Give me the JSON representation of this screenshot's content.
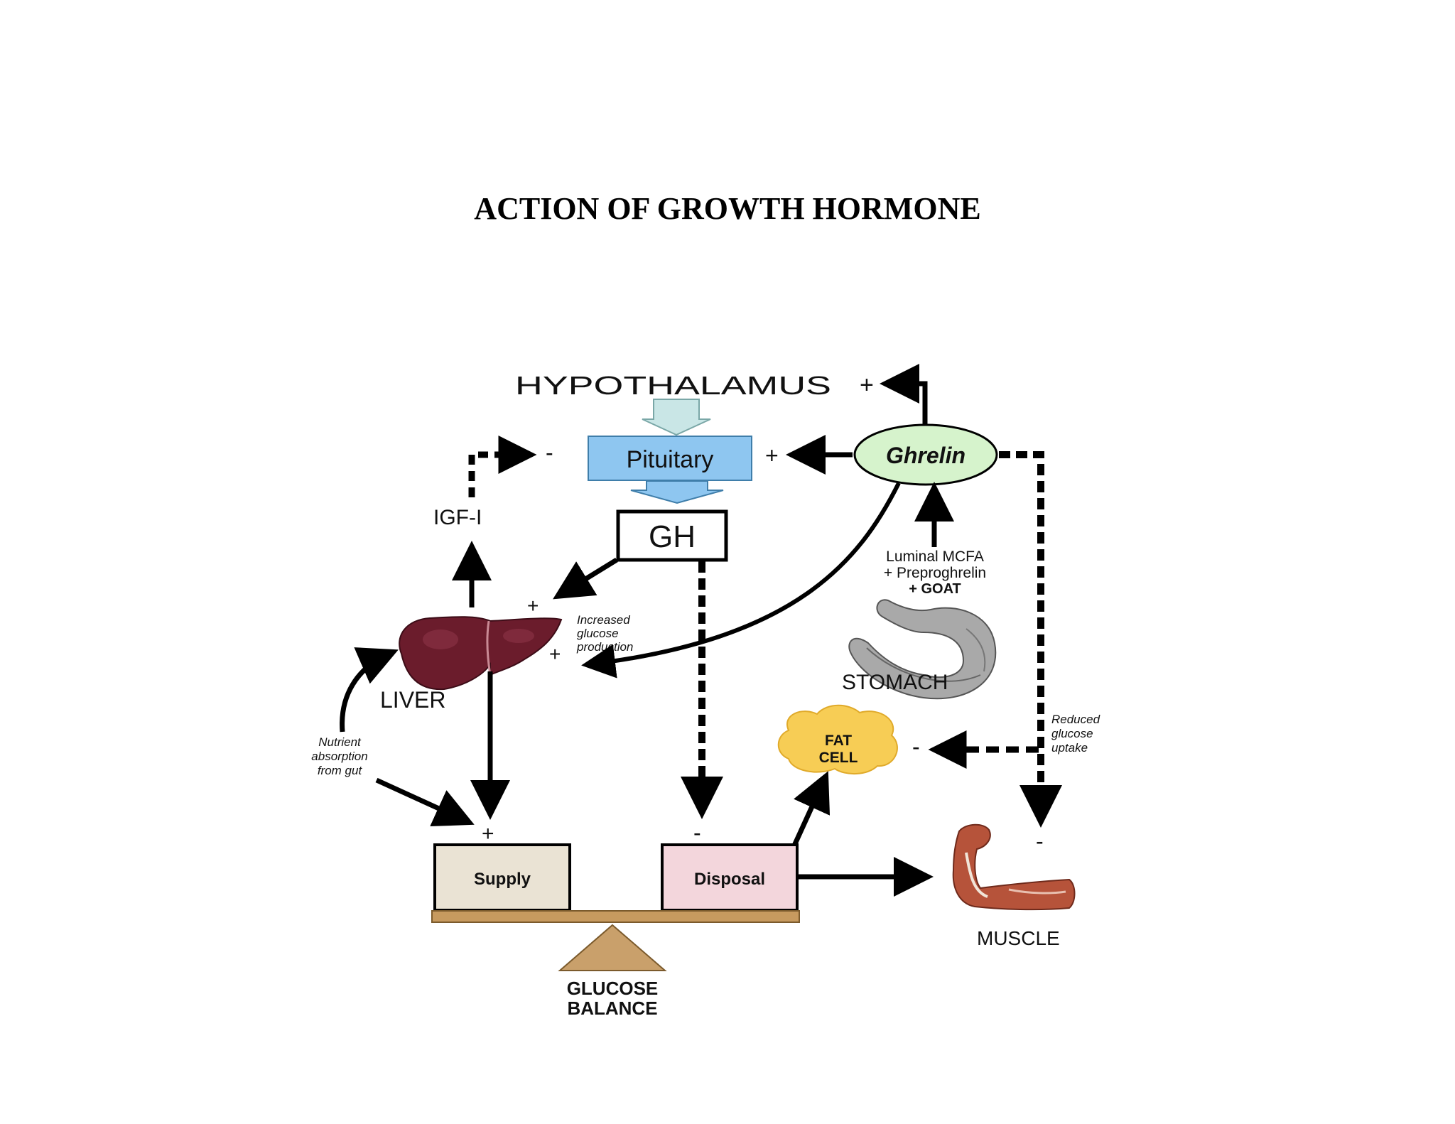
{
  "title": "ACTION OF GROWTH HORMONE",
  "colors": {
    "pituitary_fill": "#8ec6f0",
    "pituitary_arrow": "#c9e6e6",
    "ghrelin_fill": "#d6f3cc",
    "liver": "#6b1c2c",
    "fat_cell": "#f7cd55",
    "supply_fill": "#eae3d4",
    "disposal_fill": "#f3d6dc",
    "beam": "#c79a5f",
    "fulcrum": "#c9a06b",
    "muscle": "#b6533a",
    "stomach": "#8c8c8c"
  },
  "icons": [
    "liver-icon",
    "stomach-icon",
    "fat-cell-icon",
    "muscle-arm-icon",
    "fulcrum-icon"
  ],
  "nodes": {
    "hypothalamus": "HYPOTHALAMUS",
    "pituitary": "Pituitary",
    "ghrelin": "Ghrelin",
    "gh": "GH",
    "igf": "IGF-I",
    "liver": "LIVER",
    "stomach": "STOMACH",
    "fat_cell_line1": "FAT",
    "fat_cell_line2": "CELL",
    "muscle": "MUSCLE",
    "supply": "Supply",
    "disposal": "Disposal",
    "balance_line1": "GLUCOSE",
    "balance_line2": "BALANCE"
  },
  "annotations": {
    "stomach_line1": "Luminal MCFA",
    "stomach_line2": "+ Preproghrelin",
    "stomach_line3": "+ GOAT",
    "increased_line1": "Increased",
    "increased_line2": "glucose",
    "increased_line3": "production",
    "nutrient_line1": "Nutrient",
    "nutrient_line2": "absorption",
    "nutrient_line3": "from gut",
    "reduced_line1": "Reduced",
    "reduced_line2": "glucose",
    "reduced_line3": "uptake"
  },
  "signs": {
    "hypothalamus_plus": "+",
    "pituitary_minus": "-",
    "pituitary_plus": "+",
    "liver_plus_top": "+",
    "liver_plus_ghrelin": "+",
    "supply_plus": "+",
    "disposal_minus": "-",
    "fat_minus": "-",
    "muscle_minus": "-"
  }
}
